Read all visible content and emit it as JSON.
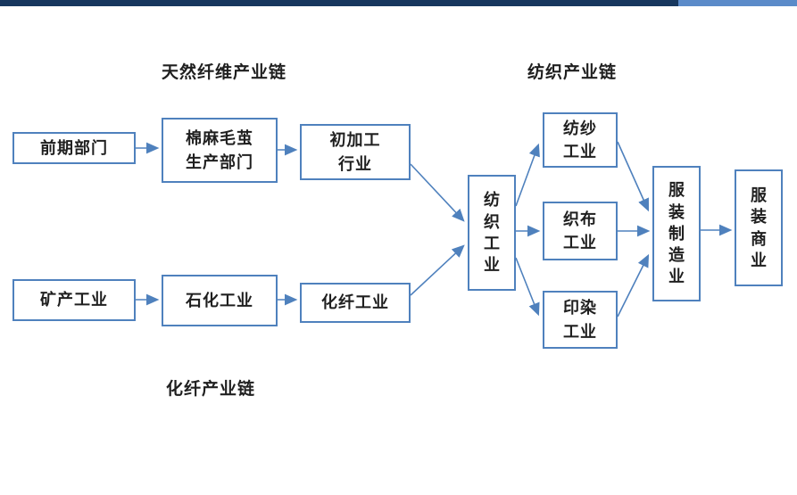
{
  "labels": {
    "natural_fiber_chain": "天然纤维产业链",
    "textile_chain": "纺织产业链",
    "chemical_fiber_chain": "化纤产业链"
  },
  "nodes": {
    "early_stage_dept": "前期部门",
    "cotton_hemp_wool_silk_dept": "棉麻毛茧\n生产部门",
    "primary_processing": "初加工\n行业",
    "mineral_industry": "矿产工业",
    "petrochemical_industry": "石化工业",
    "chemical_fiber_industry": "化纤工业",
    "textile_industry": "纺\n织\n工\n业",
    "spinning_industry": "纺纱\n工业",
    "weaving_industry": "织布\n工业",
    "dyeing_industry": "印染\n工业",
    "garment_manufacturing": "服\n装\n制\n造\n业",
    "garment_commerce": "服\n装\n商\n业"
  },
  "colors": {
    "accent": "#4f81bd",
    "text": "#1f1f1f",
    "bar_left": "#17375e",
    "bar_right": "#5b8bc9"
  }
}
